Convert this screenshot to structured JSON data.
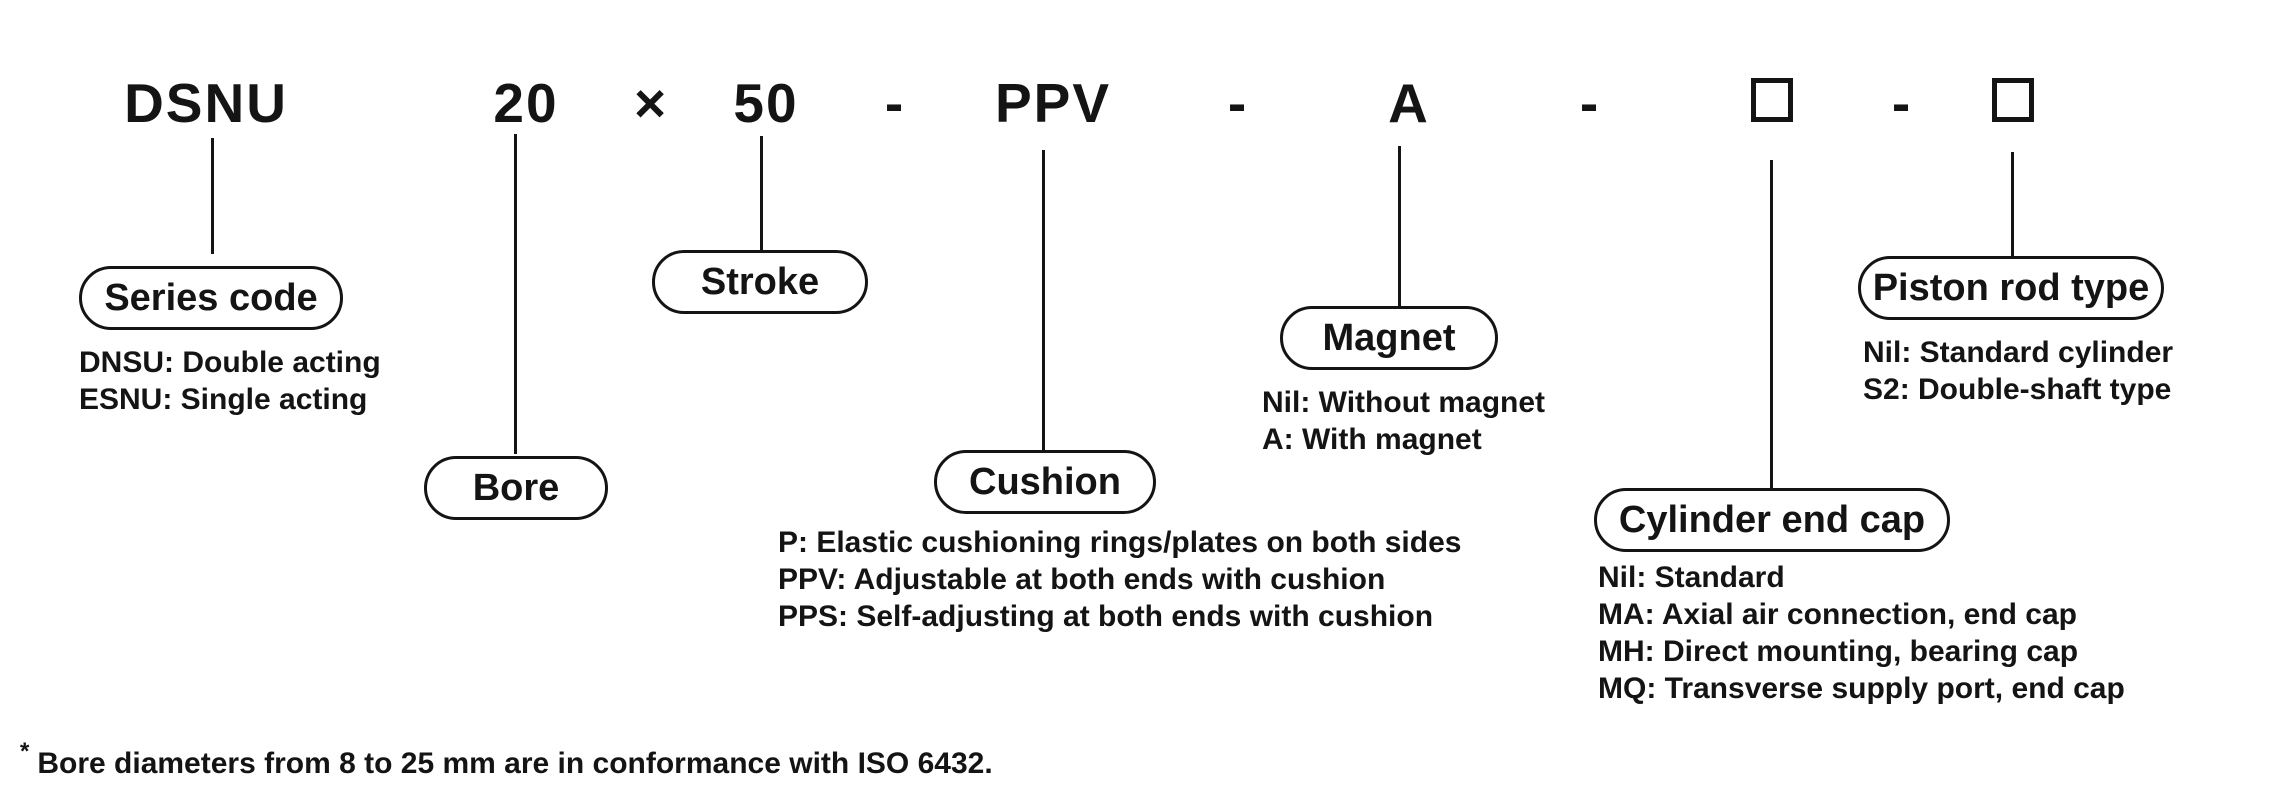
{
  "code_row": {
    "series": "DSNU",
    "bore": "20",
    "multiply": "×",
    "stroke": "50",
    "separator": "-",
    "cushion": "PPV",
    "magnet": "A"
  },
  "callouts": {
    "series": {
      "label": "Series code",
      "options": [
        "DNSU: Double acting",
        "ESNU: Single acting"
      ]
    },
    "bore": {
      "label": "Bore"
    },
    "stroke": {
      "label": "Stroke"
    },
    "cushion": {
      "label": "Cushion",
      "options": [
        "P: Elastic cushioning rings/plates on both sides",
        "PPV: Adjustable at both ends with cushion",
        "PPS: Self-adjusting at both ends with cushion"
      ]
    },
    "magnet": {
      "label": "Magnet",
      "options": [
        "Nil: Without magnet",
        "A: With magnet"
      ]
    },
    "end_cap": {
      "label": "Cylinder end cap",
      "options": [
        "Nil: Standard",
        "MA: Axial air connection, end cap",
        "MH: Direct mounting, bearing cap",
        "MQ: Transverse supply port, end cap"
      ]
    },
    "piston_rod": {
      "label": "Piston rod type",
      "options": [
        "Nil: Standard cylinder",
        "S2: Double-shaft type"
      ]
    }
  },
  "footnote": {
    "marker": "*",
    "text": "Bore diameters from 8 to 25 mm are in conformance with ISO 6432."
  },
  "colors": {
    "ink": "#141414",
    "background": "#ffffff"
  }
}
